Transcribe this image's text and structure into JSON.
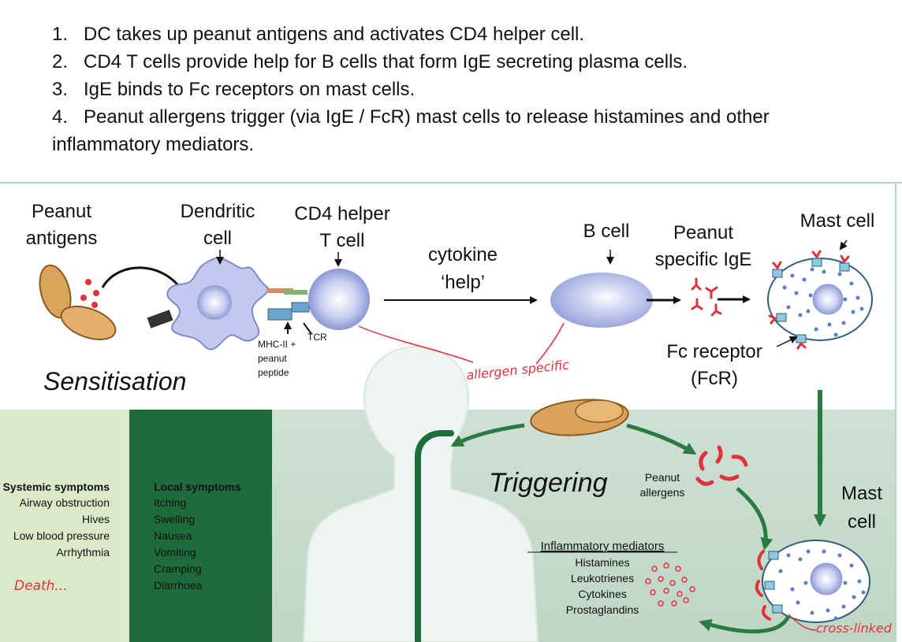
{
  "steps": [
    {
      "num": "1.",
      "text": "DC takes up peanut antigens and activates CD4 helper cell."
    },
    {
      "num": "2.",
      "text": "CD4 T cells provide help for B cells that form IgE secreting plasma cells."
    },
    {
      "num": "3.",
      "text": "IgE binds to Fc receptors on mast cells."
    },
    {
      "num": "4.",
      "text": "Peanut allergens trigger  (via IgE / FcR) mast cells to release histamines and other",
      "cont": "inflammatory mediators."
    }
  ],
  "sensitisation": {
    "peanut_antigens": [
      "Peanut",
      "antigens"
    ],
    "dendritic_cell": [
      "Dendritic",
      "cell"
    ],
    "cd4_helper": [
      "CD4 helper",
      "T cell"
    ],
    "cytokine_help": [
      "cytokine",
      "‘help’"
    ],
    "b_cell": "B cell",
    "peanut_specific_ige": [
      "Peanut",
      "specific IgE"
    ],
    "mast_cell": "Mast cell",
    "mhc": [
      "MHC-II +",
      "peanut",
      "peptide"
    ],
    "tcr": "TCR",
    "fc_receptor": [
      "Fc receptor",
      "(FcR)"
    ],
    "title": "Sensitisation",
    "annotation": "allergen specific"
  },
  "triggering": {
    "title": "Triggering",
    "peanut_allergens": [
      "Peanut",
      "allergens"
    ],
    "mast_cell": [
      "Mast",
      "cell"
    ],
    "mediators_heading": "Inflammatory mediators",
    "mediators": [
      "Histamines",
      "Leukotrienes",
      "Cytokines",
      "Prostaglandins"
    ],
    "annotation": "cross-linked"
  },
  "symptoms": {
    "systemic_title": "Systemic symptoms",
    "systemic": [
      "Airway obstruction",
      "Hives",
      "Low blood pressure",
      "Arrhythmia"
    ],
    "death_note": "Death...",
    "local_title": "Local symptoms",
    "local": [
      "Itching",
      "Swelling",
      "Nausea",
      "Vomiting",
      "Cramping",
      "Diarrhoea"
    ]
  },
  "colors": {
    "dark_green": "#1e6b3c",
    "arrow_green": "#2a7a44",
    "panel_green": "#cfe0d4",
    "light_panel": "#dbe9c8",
    "cell_blue": "#a9b4e0",
    "red": "#e0323c",
    "annotation_red": "#e0323c"
  }
}
